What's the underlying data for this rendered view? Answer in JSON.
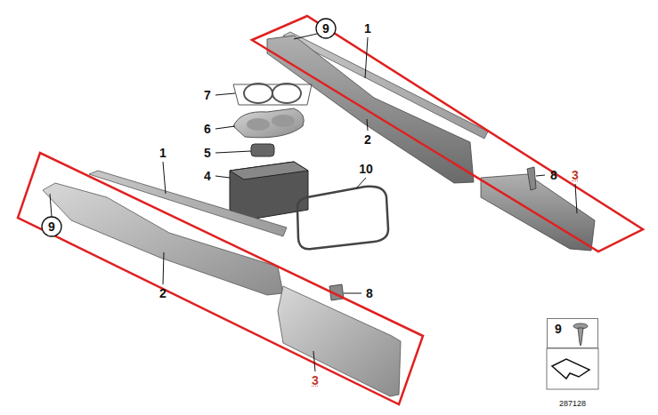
{
  "diagram": {
    "nodes": [
      {
        "text": [
          "9"
        ]
      }
    ],
    "labels": [
      "9",
      "1",
      "7",
      "6",
      "5",
      "4",
      "1",
      "2",
      "10",
      "8",
      "3",
      "9",
      "2",
      "8",
      "3",
      "287128"
    ]
  }
}
